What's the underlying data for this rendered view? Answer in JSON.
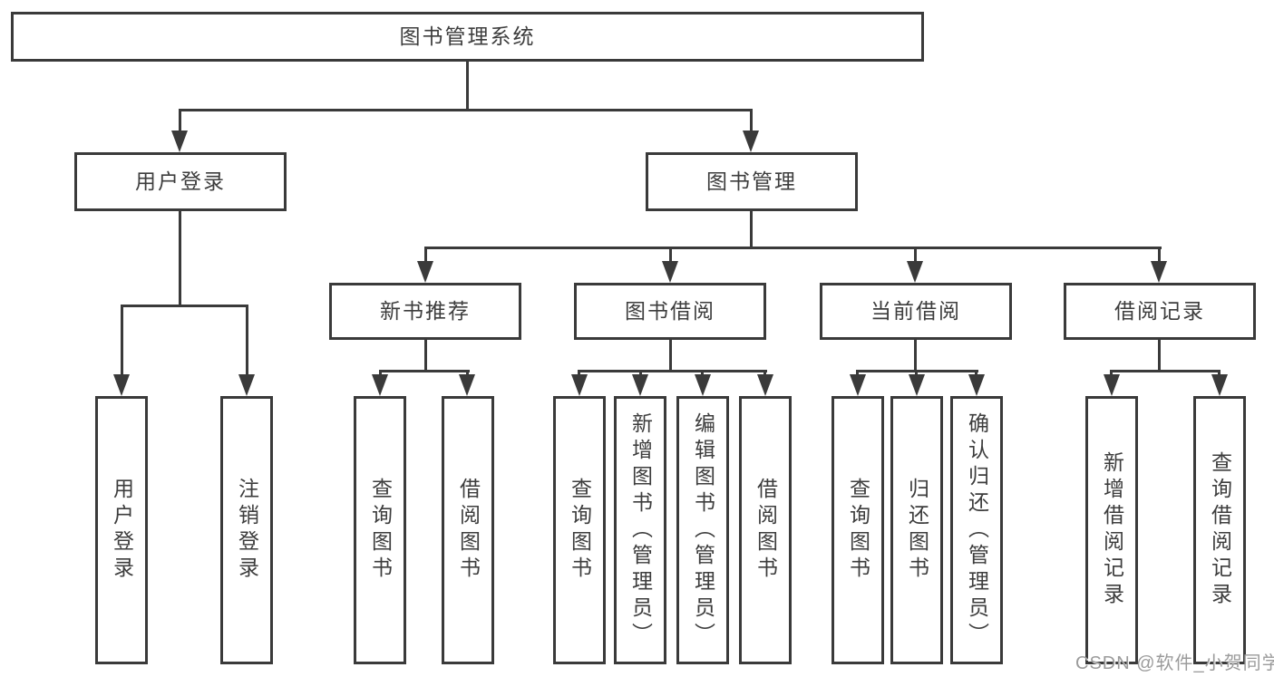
{
  "tree": {
    "root": {
      "label": "图书管理系统"
    },
    "branches": [
      {
        "label": "用户登录",
        "leaves": [
          "用户登录",
          "注销登录"
        ]
      },
      {
        "label": "图书管理",
        "sections": [
          {
            "label": "新书推荐",
            "leaves": [
              "查询图书",
              "借阅图书"
            ]
          },
          {
            "label": "图书借阅",
            "leaves": [
              "查询图书",
              "新增图书（管理员）",
              "编辑图书（管理员）",
              "借阅图书"
            ]
          },
          {
            "label": "当前借阅",
            "leaves": [
              "查询图书",
              "归还图书",
              "确认归还（管理员）"
            ]
          },
          {
            "label": "借阅记录",
            "leaves": [
              "新增借阅记录",
              "查询借阅记录"
            ]
          }
        ]
      }
    ]
  },
  "watermark": "CSDN @软件_小贺同学",
  "colors": {
    "line": "#3a3a3a",
    "text": "#3d3d3d",
    "watermark": "#9b9b9b",
    "background": "#ffffff"
  }
}
